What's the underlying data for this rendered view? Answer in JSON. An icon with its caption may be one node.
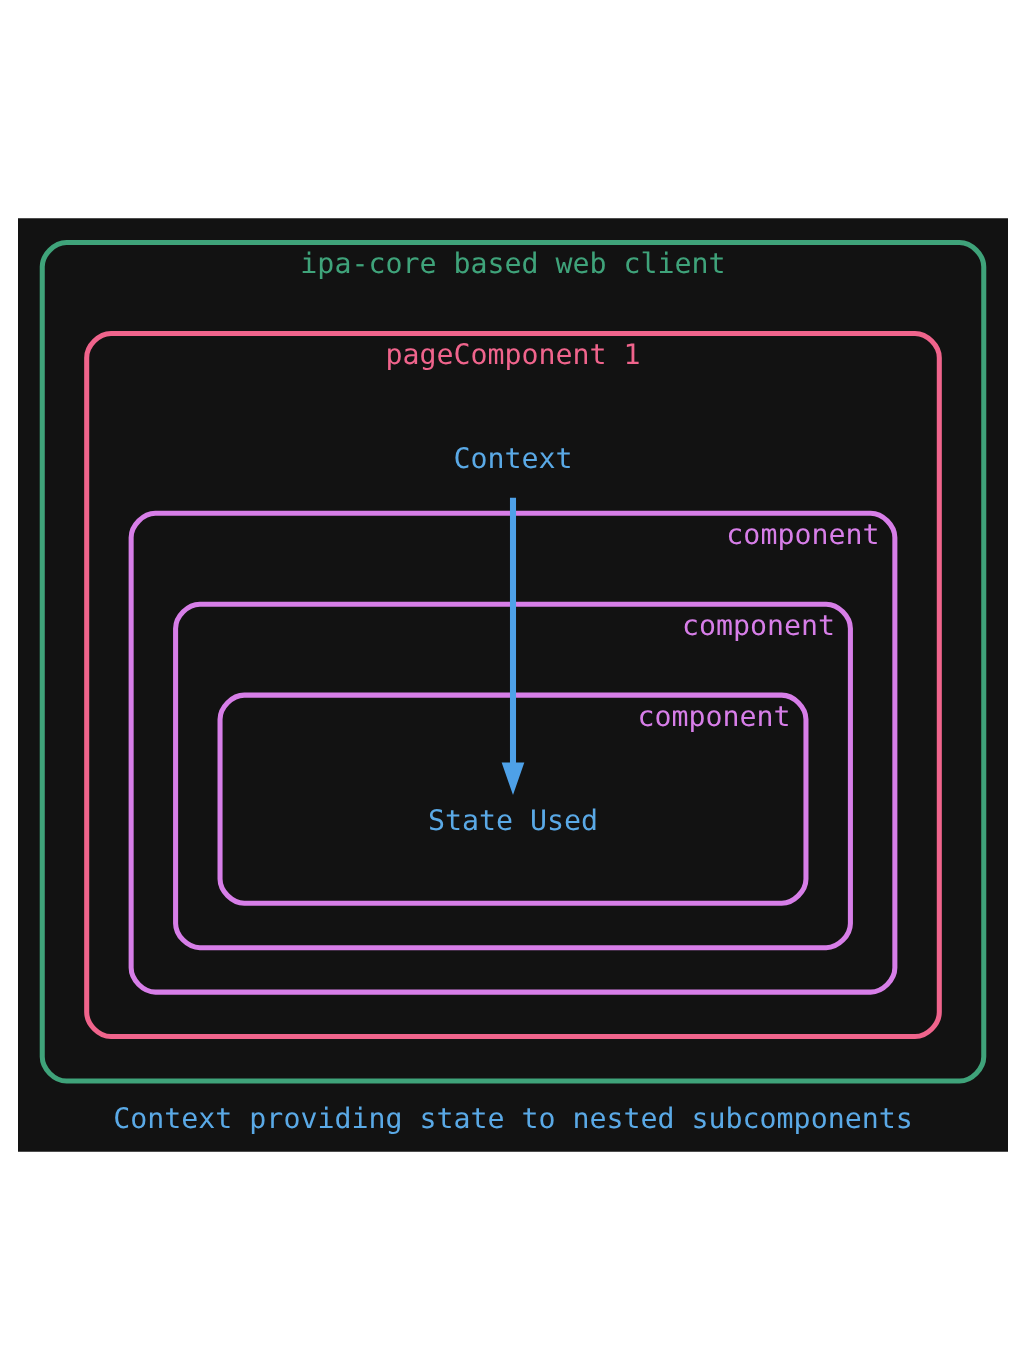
{
  "diagram": {
    "caption": "Context providing state to nested subcomponents",
    "nodes": [
      {
        "text": [
          "ipa-core based web client"
        ]
      },
      {
        "text": [
          "pageComponent 1"
        ],
        "in": 0
      },
      {
        "text": [
          "Context"
        ],
        "in": 1
      },
      {
        "text": [
          "component"
        ],
        "in": 1
      },
      {
        "text": [
          "component"
        ],
        "in": 3
      },
      {
        "text": [
          "component"
        ],
        "in": 4
      },
      {
        "text": [
          "State Used"
        ],
        "in": 5
      }
    ],
    "edges": [
      {
        "from": 2,
        "to": 6,
        "arrow": "to",
        "color": "#4ea1e8"
      }
    ]
  }
}
